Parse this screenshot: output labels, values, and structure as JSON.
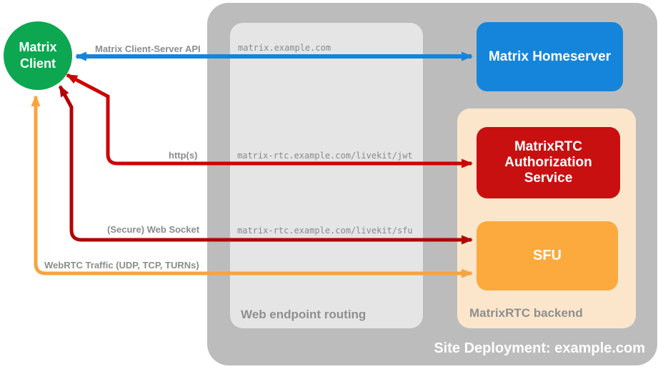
{
  "client": {
    "label": "Matrix Client"
  },
  "homeserver": {
    "label": "Matrix Homeserver"
  },
  "backend": {
    "label": "MatrixRTC backend",
    "auth_service": {
      "label": "MatrixRTC Authorization Service"
    },
    "sfu": {
      "label": "SFU"
    }
  },
  "web_routing": {
    "label": "Web endpoint routing",
    "endpoints": [
      "matrix.example.com",
      "matrix-rtc.example.com/livekit/jwt",
      "matrix-rtc.example.com/livekit/sfu"
    ]
  },
  "site": {
    "label": "Site Deployment: example.com"
  },
  "arrows": [
    {
      "id": "client-server-api",
      "label": "Matrix Client-Server API",
      "color": "#1584db",
      "direction": "bidirectional"
    },
    {
      "id": "https",
      "label": "http(s)",
      "color": "#cc0404",
      "direction": "bidirectional"
    },
    {
      "id": "secure-web-socket",
      "label": "(Secure) Web Socket",
      "color": "#b20404",
      "direction": "bidirectional"
    },
    {
      "id": "webrtc-traffic",
      "label": "WebRTC Traffic (UDP, TCP, TURNs)",
      "color": "#f7a440",
      "direction": "bidirectional"
    }
  ],
  "colors": {
    "client_green": "#0ca750",
    "homeserver_blue": "#1485db",
    "auth_red": "#c81010",
    "sfu_orange": "#fca93e",
    "backend_peach": "#fbe6cc",
    "outer_gray": "#bcbcbc",
    "routing_gray": "#e5e5e5",
    "label_gray": "#8c8c8c"
  }
}
